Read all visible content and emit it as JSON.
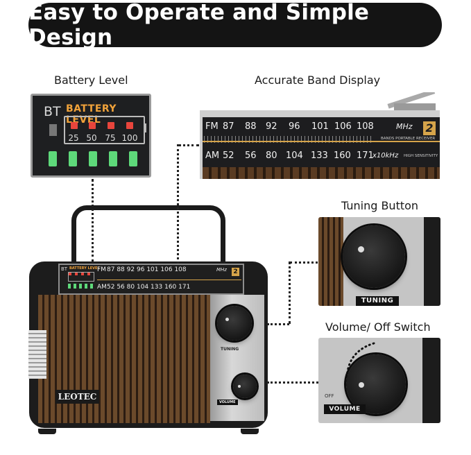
{
  "headline": "Easy to Operate and Simple Design",
  "captions": {
    "battery": "Battery Level",
    "band": "Accurate Band Display",
    "tuning": "Tuning Button",
    "volume": "Volume/ Off Switch"
  },
  "battery_panel": {
    "bt": "BT",
    "title": "BATTERY LEVEL",
    "levels": [
      "25",
      "50",
      "75",
      "100"
    ]
  },
  "band_display": {
    "fm_label": "FM",
    "fm_scale": [
      "87",
      "88",
      "92",
      "96",
      "101",
      "106",
      "108"
    ],
    "fm_unit": "MHz",
    "am_label": "AM",
    "am_scale": [
      "52",
      "56",
      "80",
      "104",
      "133",
      "160",
      "171"
    ],
    "am_unit": "x10kHz",
    "bands_number": "2",
    "bands_text": "BANDS PORTABLE RECEIVER",
    "sensitivity": "HIGH SENSITIVITY"
  },
  "tuning_label": "TUNING",
  "volume_label": "VOLUME",
  "off_label": "OFF",
  "brand": "LEOTEC",
  "colors": {
    "accent": "#d6a44a",
    "battery_red": "#e8453c",
    "battery_green": "#5ed97a",
    "panel": "#1e1f21"
  }
}
